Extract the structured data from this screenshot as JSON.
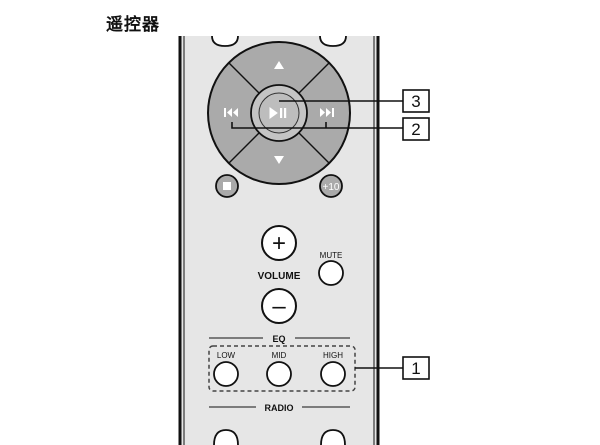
{
  "page": {
    "title": "遥控器"
  },
  "remote": {
    "vol_label": "VOLUME",
    "mute_label": "MUTE",
    "eq_label": "EQ",
    "low_label": "LOW",
    "mid_label": "MID",
    "high_label": "HIGH",
    "radio_label": "RADIO",
    "plus10_label": "+10",
    "vol_plus": "+",
    "vol_minus": "–"
  },
  "callouts": {
    "c3": "3",
    "c2": "2",
    "c1": "1"
  },
  "colors": {
    "body": "#e6e6e6",
    "pad": "#aaaaaa",
    "dark": "#111111"
  },
  "icons": [
    "up-arrow-icon",
    "down-arrow-icon",
    "play-pause-icon",
    "skip-back-icon",
    "skip-forward-icon",
    "stop-icon"
  ]
}
